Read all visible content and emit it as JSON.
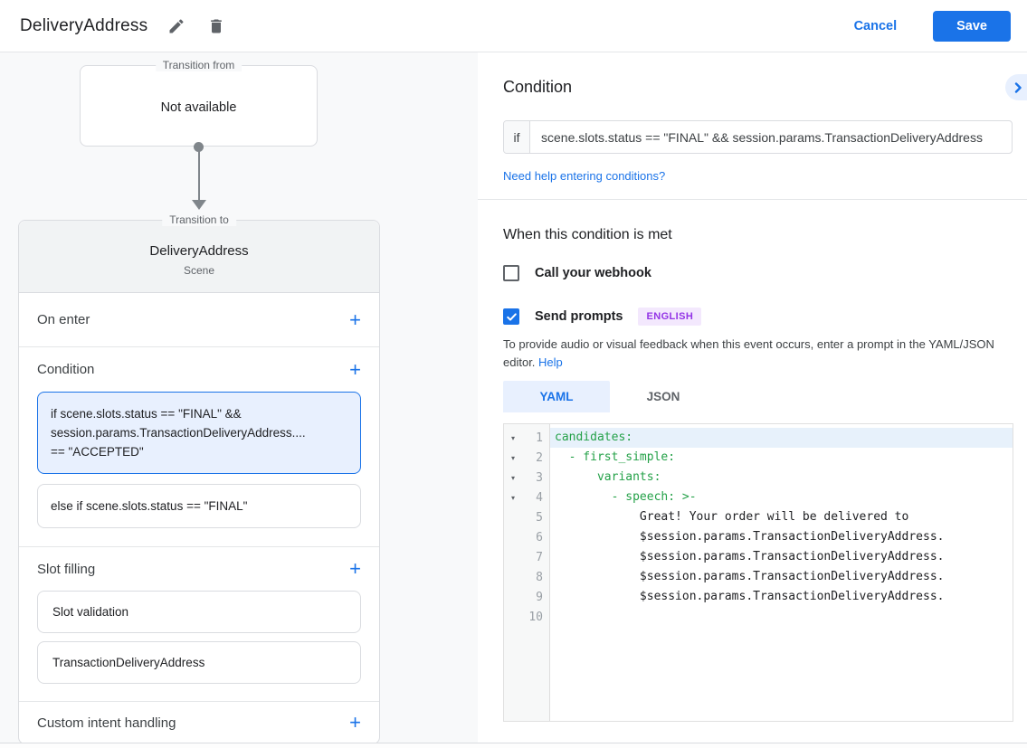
{
  "header": {
    "title": "DeliveryAddress",
    "cancel_label": "Cancel",
    "save_label": "Save"
  },
  "left_panel": {
    "transition_from": {
      "label": "Transition from",
      "value": "Not available"
    },
    "transition_to": {
      "label": "Transition to",
      "title": "DeliveryAddress",
      "subtitle": "Scene"
    },
    "sections": {
      "on_enter": "On enter",
      "condition": "Condition",
      "slot_filling": "Slot filling",
      "custom_intent": "Custom intent handling"
    },
    "condition_cards": [
      {
        "selected": true,
        "lines": [
          "if scene.slots.status == \"FINAL\" &&",
          "session.params.TransactionDeliveryAddress....",
          "== \"ACCEPTED\""
        ]
      },
      {
        "selected": false,
        "lines": [
          "else if scene.slots.status == \"FINAL\""
        ]
      }
    ],
    "slot_cards": [
      "Slot validation",
      "TransactionDeliveryAddress"
    ]
  },
  "right_panel": {
    "condition": {
      "heading": "Condition",
      "if_label": "if",
      "if_value": "scene.slots.status == \"FINAL\" && session.params.TransactionDeliveryAddress",
      "help_link": "Need help entering conditions?"
    },
    "when_met": {
      "heading": "When this condition is met",
      "webhook_label": "Call your webhook",
      "send_prompts_label": "Send prompts",
      "language_badge": "ENGLISH",
      "description": "To provide audio or visual feedback when this event occurs, enter a prompt in the YAML/JSON editor.",
      "help_label": "Help"
    },
    "tabs": [
      {
        "label": "YAML",
        "active": true
      },
      {
        "label": "JSON",
        "active": false
      }
    ],
    "editor": {
      "lines": [
        {
          "num": 1,
          "text": "candidates:",
          "type": "key",
          "fold": true,
          "highlight": true
        },
        {
          "num": 2,
          "text": "  - first_simple:",
          "type": "key",
          "fold": true
        },
        {
          "num": 3,
          "text": "      variants:",
          "type": "key",
          "fold": true
        },
        {
          "num": 4,
          "text": "        - speech: >-",
          "type": "key",
          "fold": true
        },
        {
          "num": 5,
          "text": "            Great! Your order will be delivered to",
          "type": "plain"
        },
        {
          "num": 6,
          "text": "            $session.params.TransactionDeliveryAddress.",
          "type": "plain"
        },
        {
          "num": 7,
          "text": "            $session.params.TransactionDeliveryAddress.",
          "type": "plain"
        },
        {
          "num": 8,
          "text": "            $session.params.TransactionDeliveryAddress.",
          "type": "plain"
        },
        {
          "num": 9,
          "text": "            $session.params.TransactionDeliveryAddress.",
          "type": "plain"
        },
        {
          "num": 10,
          "text": "",
          "type": "plain"
        }
      ]
    }
  },
  "colors": {
    "accent_blue": "#1a73e8",
    "light_blue_bg": "#e8f0fe",
    "code_key_green": "#24a148",
    "badge_bg": "#f3e8fd",
    "badge_text": "#9334e6"
  }
}
